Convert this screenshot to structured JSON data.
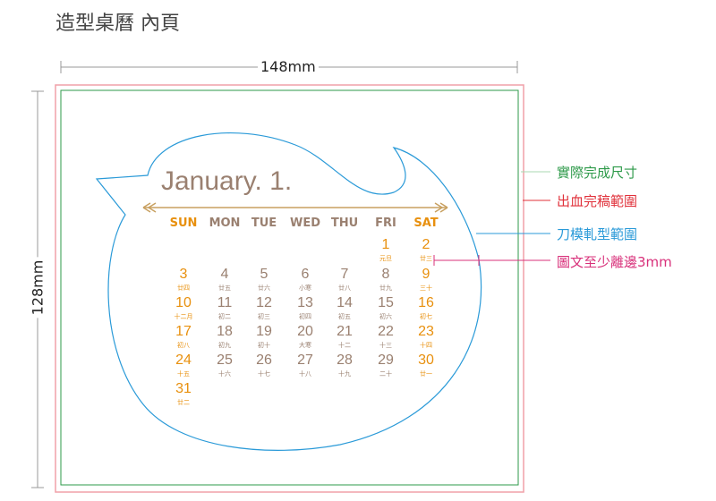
{
  "title": "造型桌曆 內頁",
  "width_label": "148mm",
  "height_label": "128mm",
  "calendar": {
    "month_title": "January. 1.",
    "weekdays": [
      "SUN",
      "MON",
      "TUE",
      "WED",
      "THU",
      "FRI",
      "SAT"
    ],
    "days": [
      {
        "n": "1",
        "l": "元旦",
        "c": 5,
        "r": 0,
        "h": true
      },
      {
        "n": "2",
        "l": "廿三",
        "c": 6,
        "r": 0,
        "h": true
      },
      {
        "n": "3",
        "l": "廿四",
        "c": 0,
        "r": 1,
        "h": true
      },
      {
        "n": "4",
        "l": "廿五",
        "c": 1,
        "r": 1
      },
      {
        "n": "5",
        "l": "廿六",
        "c": 2,
        "r": 1
      },
      {
        "n": "6",
        "l": "小寒",
        "c": 3,
        "r": 1
      },
      {
        "n": "7",
        "l": "廿八",
        "c": 4,
        "r": 1
      },
      {
        "n": "8",
        "l": "廿九",
        "c": 5,
        "r": 1
      },
      {
        "n": "9",
        "l": "三十",
        "c": 6,
        "r": 1,
        "h": true
      },
      {
        "n": "10",
        "l": "十二月",
        "c": 0,
        "r": 2,
        "h": true
      },
      {
        "n": "11",
        "l": "初二",
        "c": 1,
        "r": 2
      },
      {
        "n": "12",
        "l": "初三",
        "c": 2,
        "r": 2
      },
      {
        "n": "13",
        "l": "初四",
        "c": 3,
        "r": 2
      },
      {
        "n": "14",
        "l": "初五",
        "c": 4,
        "r": 2
      },
      {
        "n": "15",
        "l": "初六",
        "c": 5,
        "r": 2
      },
      {
        "n": "16",
        "l": "初七",
        "c": 6,
        "r": 2,
        "h": true
      },
      {
        "n": "17",
        "l": "初八",
        "c": 0,
        "r": 3,
        "h": true
      },
      {
        "n": "18",
        "l": "初九",
        "c": 1,
        "r": 3
      },
      {
        "n": "19",
        "l": "初十",
        "c": 2,
        "r": 3
      },
      {
        "n": "20",
        "l": "大寒",
        "c": 3,
        "r": 3
      },
      {
        "n": "21",
        "l": "十二",
        "c": 4,
        "r": 3
      },
      {
        "n": "22",
        "l": "十三",
        "c": 5,
        "r": 3
      },
      {
        "n": "23",
        "l": "十四",
        "c": 6,
        "r": 3,
        "h": true
      },
      {
        "n": "24",
        "l": "十五",
        "c": 0,
        "r": 4,
        "h": true
      },
      {
        "n": "25",
        "l": "十六",
        "c": 1,
        "r": 4
      },
      {
        "n": "26",
        "l": "十七",
        "c": 2,
        "r": 4
      },
      {
        "n": "27",
        "l": "十八",
        "c": 3,
        "r": 4
      },
      {
        "n": "28",
        "l": "十九",
        "c": 4,
        "r": 4
      },
      {
        "n": "29",
        "l": "二十",
        "c": 5,
        "r": 4
      },
      {
        "n": "30",
        "l": "廿一",
        "c": 6,
        "r": 4,
        "h": true
      },
      {
        "n": "31",
        "l": "廿二",
        "c": 0,
        "r": 5,
        "h": true
      }
    ]
  },
  "legend": [
    {
      "label": "實際完成尺寸",
      "color": "#2e9a4a"
    },
    {
      "label": "出血完稿範圍",
      "color": "#e0303a"
    },
    {
      "label": "刀模軋型範圍",
      "color": "#2a9ad8"
    },
    {
      "label": "圖文至少離邊3mm",
      "color": "#d8307a"
    }
  ],
  "colors": {
    "accent": "#e8900e",
    "text": "#9a8070"
  }
}
